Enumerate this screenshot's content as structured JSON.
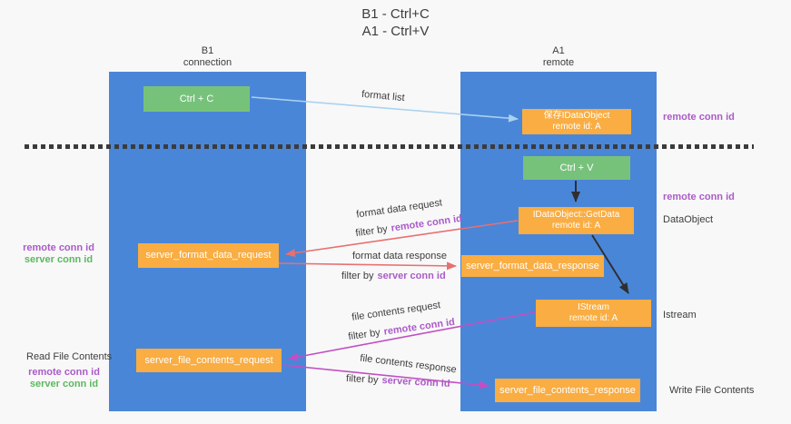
{
  "title": {
    "line1": "B1 - Ctrl+C",
    "line2": "A1 - Ctrl+V"
  },
  "left_column": {
    "header1": "B1",
    "header2": "connection"
  },
  "right_column": {
    "header1": "A1",
    "header2": "remote"
  },
  "boxes": {
    "ctrl_c": "Ctrl + C",
    "ctrl_v": "Ctrl + V",
    "save_dataobject_line1": "保存IDataObject",
    "save_dataobject_line2": "remote id: A",
    "getdata_line1": "IDataObject::GetData",
    "getdata_line2": "remote id: A",
    "istream_line1": "IStream",
    "istream_line2": "remote id: A",
    "server_format_data_request": "server_format_data_request",
    "server_format_data_response": "server_format_data_response",
    "server_file_contents_request": "server_file_contents_request",
    "server_file_contents_response": "server_file_contents_response"
  },
  "side_labels": {
    "remote_conn_id": "remote conn id",
    "server_conn_id": "server conn id",
    "dataobject": "DataObject",
    "istream": "Istream",
    "read_file_contents": "Read File Contents",
    "write_file_contents": "Write File Contents"
  },
  "arrow_labels": {
    "format_list": "format list",
    "format_data_request": "format data request",
    "format_data_response": "format data response",
    "file_contents_request": "file contents request",
    "file_contents_response": "file contents response",
    "filter_by": "filter by",
    "remote_conn_id": "remote conn id",
    "server_conn_id": "server conn id"
  },
  "colors": {
    "column_blue": "#4a86d8",
    "box_green": "#77c27b",
    "box_orange": "#f9ad42",
    "arrow_light_blue": "#a9d2f0",
    "arrow_red": "#e87070",
    "arrow_magenta": "#c24fc2",
    "arrow_black": "#2f2f2f",
    "text_purple": "#ab5bc7",
    "text_green": "#5eb75e",
    "text_dark": "#3d3d3d",
    "background": "#f8f8f9"
  }
}
